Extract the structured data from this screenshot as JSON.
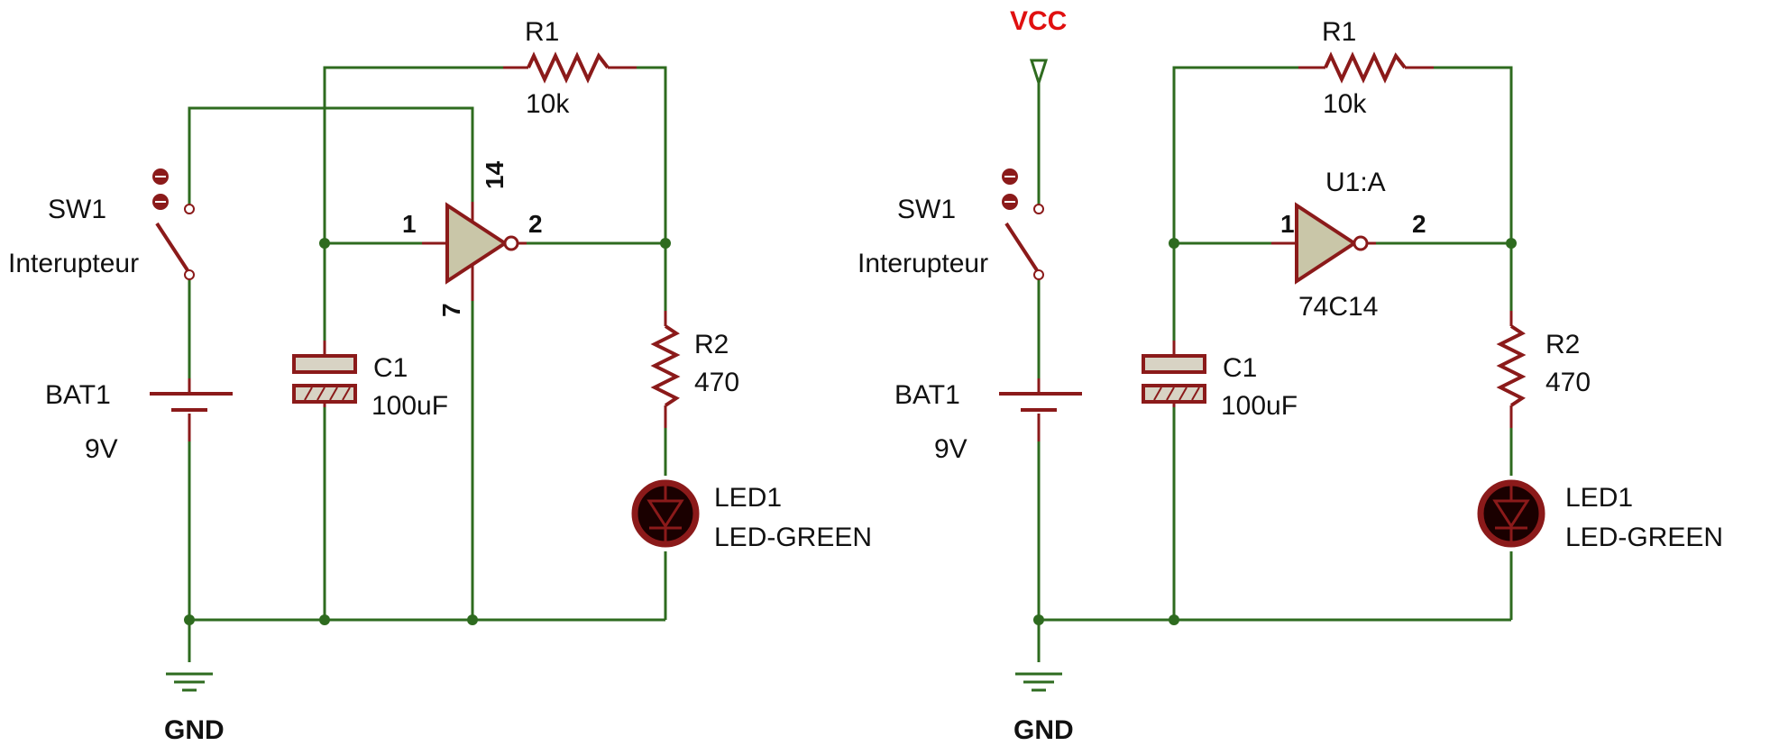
{
  "colors": {
    "wire": "#2e6b1f",
    "component": "#8b1a1a",
    "power_label": "#e01010",
    "gate_fill": "#c9c6a8",
    "cap_fill": "#d8d3c4",
    "text": "#111111"
  },
  "left_circuit": {
    "r1": {
      "ref": "R1",
      "value": "10k"
    },
    "sw1": {
      "ref": "SW1",
      "value": "Interupteur"
    },
    "bat1": {
      "ref": "BAT1",
      "value": "9V"
    },
    "c1": {
      "ref": "C1",
      "value": "100uF"
    },
    "gate": {
      "pin_in": "1",
      "pin_out": "2",
      "pin_vcc": "14",
      "pin_gnd": "7"
    },
    "r2": {
      "ref": "R2",
      "value": "470"
    },
    "led1": {
      "ref": "LED1",
      "value": "LED-GREEN"
    },
    "gnd": "GND"
  },
  "right_circuit": {
    "vcc": "VCC",
    "r1": {
      "ref": "R1",
      "value": "10k"
    },
    "sw1": {
      "ref": "SW1",
      "value": "Interupteur"
    },
    "bat1": {
      "ref": "BAT1",
      "value": "9V"
    },
    "c1": {
      "ref": "C1",
      "value": "100uF"
    },
    "gate": {
      "ref": "U1:A",
      "value": "74C14",
      "pin_in": "1",
      "pin_out": "2"
    },
    "r2": {
      "ref": "R2",
      "value": "470"
    },
    "led1": {
      "ref": "LED1",
      "value": "LED-GREEN"
    },
    "gnd": "GND"
  }
}
